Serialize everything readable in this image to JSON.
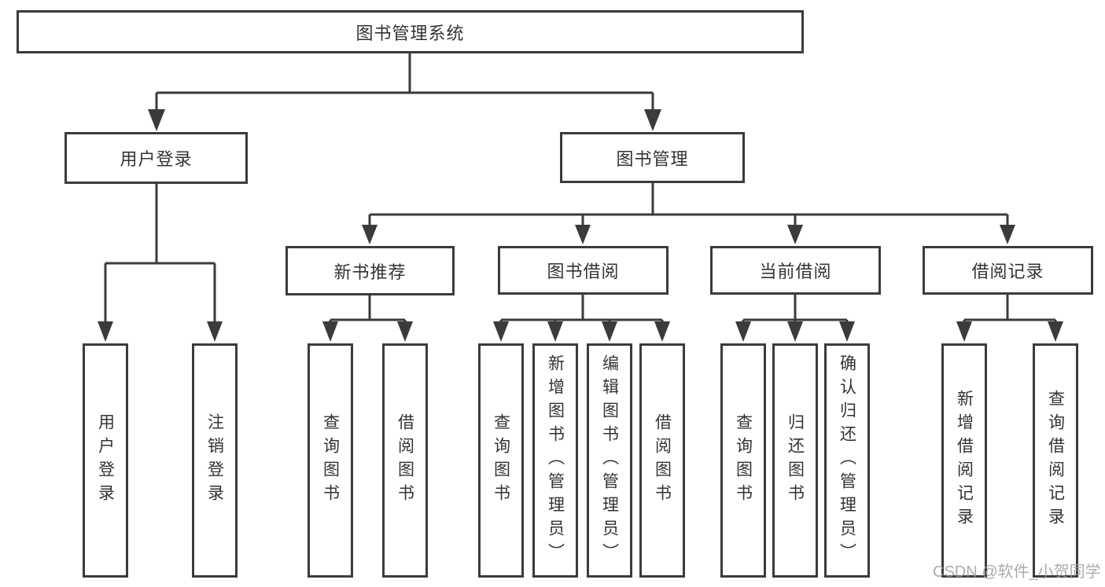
{
  "tree": {
    "root": {
      "label": "图书管理系统"
    },
    "branches": [
      {
        "label": "用户登录",
        "leaves": [
          {
            "label": "用户登录"
          },
          {
            "label": "注销登录"
          }
        ]
      },
      {
        "label": "图书管理",
        "groups": [
          {
            "label": "新书推荐",
            "leaves": [
              {
                "label": "查询图书"
              },
              {
                "label": "借阅图书"
              }
            ]
          },
          {
            "label": "图书借阅",
            "leaves": [
              {
                "label": "查询图书"
              },
              {
                "label": "新增图书（管理员）"
              },
              {
                "label": "编辑图书（管理员）"
              },
              {
                "label": "借阅图书"
              }
            ]
          },
          {
            "label": "当前借阅",
            "leaves": [
              {
                "label": "查询图书"
              },
              {
                "label": "归还图书"
              },
              {
                "label": "确认归还（管理员）"
              }
            ]
          },
          {
            "label": "借阅记录",
            "leaves": [
              {
                "label": "新增借阅记录"
              },
              {
                "label": "查询借阅记录"
              }
            ]
          }
        ]
      }
    ]
  },
  "watermark": {
    "text": "CSDN @软件_小贺同学"
  },
  "colors": {
    "line": "#3b3b3b",
    "text": "#333333",
    "watermark": "#9e9e9e"
  }
}
